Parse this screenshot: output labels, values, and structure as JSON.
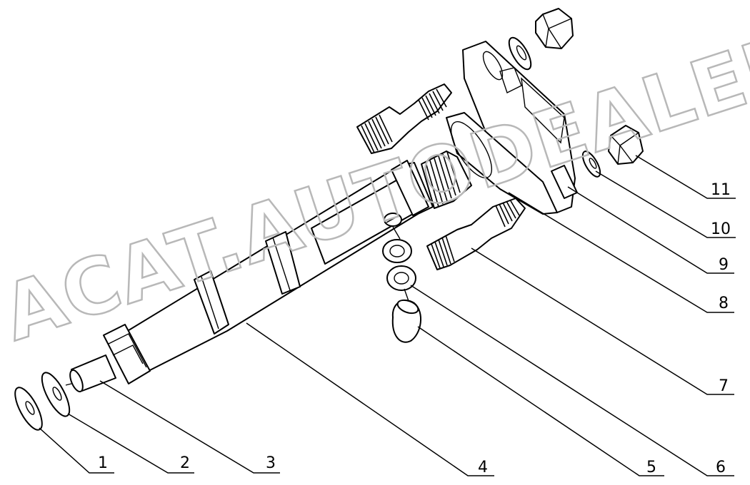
{
  "watermark": "ACAT.AUTODEALER.RU",
  "callouts": [
    {
      "label": "1",
      "part": "washer-disc-outer"
    },
    {
      "label": "2",
      "part": "washer-disc-inner"
    },
    {
      "label": "3",
      "part": "nozzle-tip"
    },
    {
      "label": "4",
      "part": "injector-body"
    },
    {
      "label": "5",
      "part": "return-fitting-cap"
    },
    {
      "label": "6",
      "part": "sealing-ring-lower"
    },
    {
      "label": "7",
      "part": "stud-lower"
    },
    {
      "label": "8",
      "part": "flange-plate"
    },
    {
      "label": "9",
      "part": "spacer-block"
    },
    {
      "label": "10",
      "part": "washer-small"
    },
    {
      "label": "11",
      "part": "hex-nut-right"
    }
  ]
}
